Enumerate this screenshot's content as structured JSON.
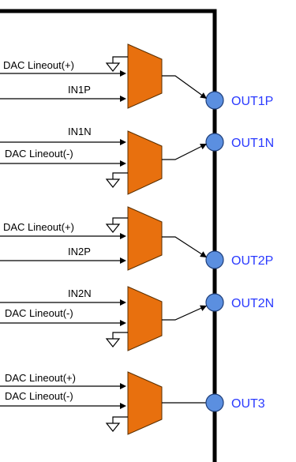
{
  "colors": {
    "block_outline": "#000000",
    "mux_fill": "#E8700E",
    "mux_stroke": "#5a2f00",
    "pin_fill": "#5B8FE0",
    "pin_stroke": "#1f3f7a",
    "output_label": "#2a3aff",
    "wire": "#000000"
  },
  "muxes": [
    {
      "inputs": [
        "DAC Lineout(+)",
        "IN1P"
      ],
      "ground": "top",
      "output": "OUT1P"
    },
    {
      "inputs": [
        "IN1N",
        "DAC Lineout(-)"
      ],
      "ground": "bottom",
      "output": "OUT1N"
    },
    {
      "inputs": [
        "DAC Lineout(+)",
        "IN2P"
      ],
      "ground": "top",
      "output": "OUT2P"
    },
    {
      "inputs": [
        "IN2N",
        "DAC Lineout(-)"
      ],
      "ground": "bottom",
      "output": "OUT2N"
    },
    {
      "inputs": [
        "DAC Lineout(+)",
        "DAC Lineout(-)"
      ],
      "ground": "bottom",
      "output": "OUT3"
    }
  ]
}
